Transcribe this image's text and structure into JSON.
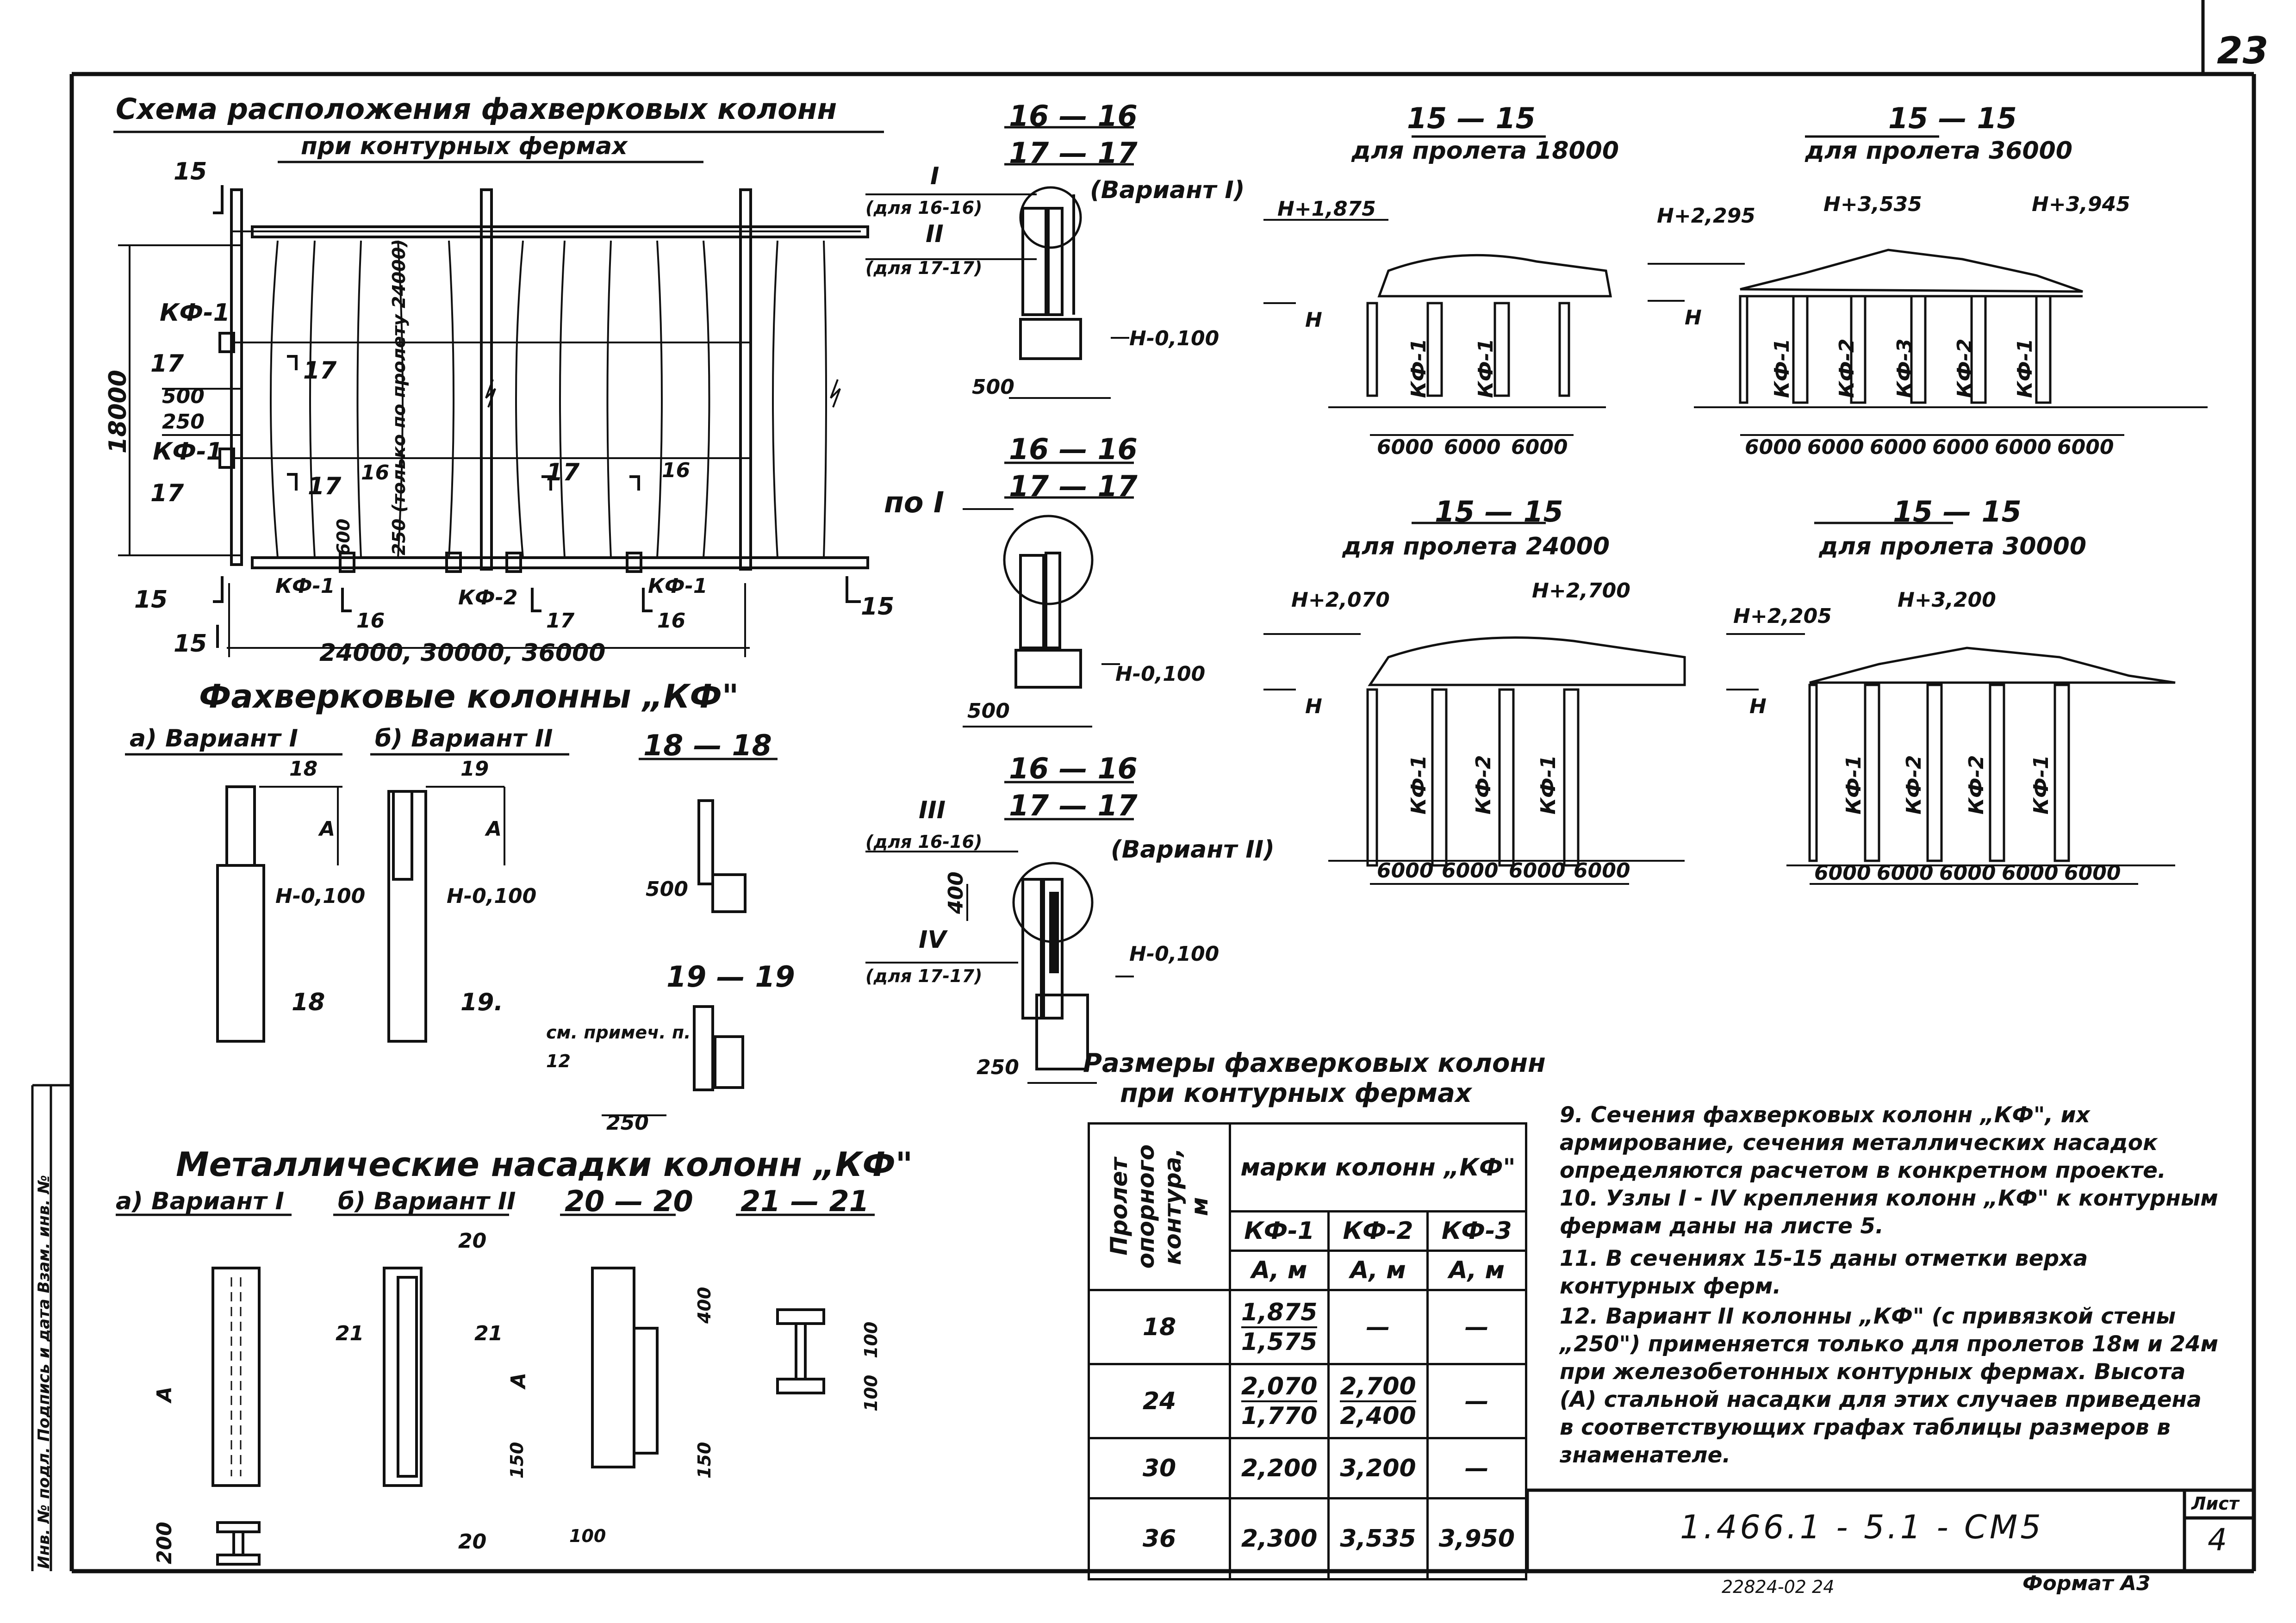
{
  "sheet_number_top": "23",
  "schema": {
    "title_line1": "Схема расположения фахверковых колонн",
    "title_line2": "при контурных фермах",
    "labels": [
      "15",
      "15",
      "15",
      "15",
      "КФ-1",
      "КФ-1",
      "КФ-1",
      "КФ-2",
      "КФ-1",
      "17",
      "17",
      "17",
      "17",
      "17",
      "17",
      "16",
      "16",
      "16",
      "16",
      "500",
      "250",
      "600",
      "250 (только по пролету 24000)",
      "18000",
      "24000, 30000, 36000"
    ]
  },
  "sec16_top": {
    "title1": "16 — 16",
    "title2": "17 — 17",
    "variant": "(Вариант I)",
    "mark1": "I",
    "mark1_note": "(для 16-16)",
    "mark2": "II",
    "mark2_note": "(для 17-17)",
    "level": "Н-0,100",
    "dim": "500"
  },
  "sec16_mid": {
    "title1": "16 — 16",
    "title2": "17 — 17",
    "ref": "по I",
    "level": "Н-0,100",
    "dim": "500"
  },
  "sec16_bot": {
    "title1": "16 — 16",
    "title2": "17 — 17",
    "variant": "(Вариант II)",
    "mark1": "III",
    "mark1_note": "(для 16-16)",
    "mark2": "IV",
    "mark2_note": "(для 17-17)",
    "level": "Н-0,100",
    "dim_v": "400",
    "dim": "250"
  },
  "sec15": [
    {
      "title": "15 — 15",
      "subtitle": "для пролета 18000",
      "levels": [
        "Н+1,875"
      ],
      "h": "Н",
      "columns": [
        "КФ-1",
        "КФ-1"
      ],
      "spans": [
        "6000",
        "6000",
        "6000"
      ]
    },
    {
      "title": "15 — 15",
      "subtitle": "для пролета 36000",
      "levels": [
        "Н+2,295",
        "Н+3,535",
        "Н+3,945"
      ],
      "h": "Н",
      "columns": [
        "КФ-1",
        "КФ-2",
        "КФ-3",
        "КФ-2",
        "КФ-1"
      ],
      "spans": [
        "6000",
        "6000",
        "6000",
        "6000",
        "6000",
        "6000"
      ]
    },
    {
      "title": "15 — 15",
      "subtitle": "для пролета 24000",
      "levels": [
        "Н+2,070",
        "Н+2,700"
      ],
      "h": "Н",
      "columns": [
        "КФ-1",
        "КФ-2",
        "КФ-1"
      ],
      "spans": [
        "6000",
        "6000",
        "6000",
        "6000"
      ]
    },
    {
      "title": "15 — 15",
      "subtitle": "для пролета 30000",
      "levels": [
        "Н+2,205",
        "Н+3,200"
      ],
      "h": "Н",
      "columns": [
        "КФ-1",
        "КФ-2",
        "КФ-2",
        "КФ-1"
      ],
      "spans": [
        "6000",
        "6000",
        "6000",
        "6000",
        "6000"
      ]
    }
  ],
  "kf_columns": {
    "title": "Фахверковые колонны „КФ\"",
    "variant_a": "а) Вариант I",
    "variant_b": "б) Вариант II",
    "a_marks": [
      "18",
      "А",
      "Н-0,100",
      "18"
    ],
    "b_marks": [
      "19",
      "А",
      "Н-0,100",
      "19."
    ],
    "sec18_title": "18 — 18",
    "sec18_dim": "500",
    "sec19_title": "19 — 19",
    "sec19_note": "см. примеч. п. 12",
    "sec19_dim": "250"
  },
  "caps": {
    "title": "Металлические насадки колонн „КФ\"",
    "variant_a": "а) Вариант I",
    "variant_b": "б) Вариант II",
    "sec20_title": "20 — 20",
    "sec21_title": "21 — 21",
    "a_marks": [
      "А",
      "200"
    ],
    "b_marks": [
      "20",
      "21",
      "21",
      "А",
      "150",
      "20"
    ],
    "sec20_marks": [
      "400",
      "150",
      "100"
    ],
    "sec21_marks": [
      "100",
      "100"
    ]
  },
  "table": {
    "title_line1": "Размеры фахверковых колонн",
    "title_line2": "при контурных фермах",
    "col_span_header": "Пролет опорного контура, м",
    "col_marks_header": "марки колонн „КФ\"",
    "marks": [
      "КФ-1",
      "КФ-2",
      "КФ-3"
    ],
    "unit": "А, м",
    "rows": [
      {
        "span": "18",
        "kf1": "1,875",
        "kf1_alt": "1,575",
        "kf2": "—",
        "kf2_alt": "",
        "kf3": "—"
      },
      {
        "span": "24",
        "kf1": "2,070",
        "kf1_alt": "1,770",
        "kf2": "2,700",
        "kf2_alt": "2,400",
        "kf3": "—"
      },
      {
        "span": "30",
        "kf1": "2,200",
        "kf1_alt": "",
        "kf2": "3,200",
        "kf2_alt": "",
        "kf3": "—"
      },
      {
        "span": "36",
        "kf1": "2,300",
        "kf1_alt": "",
        "kf2": "3,535",
        "kf2_alt": "",
        "kf3": "3,950"
      }
    ]
  },
  "notes": [
    "9. Сечения фахверковых колонн „КФ\", их армирование, сечения металлических насадок определяются расчетом в конкретном проекте.",
    "10. Узлы I - IV крепления колонн „КФ\" к контурным фермам даны на листе 5.",
    "11. В сечениях 15-15 даны отметки верха контурных ферм.",
    "12. Вариант II колонны „КФ\" (с привязкой стены „250\") применяется только для пролетов 18м и 24м при железобетонных контурных фермах. Высота (А) стальной насадки для этих случаев приведена в соответствующих графах таблицы размеров в знаменателе."
  ],
  "stamp": {
    "code": "1.466.1 - 5.1 - СМ5",
    "sheet_label": "Лист",
    "sheet_no": "4"
  },
  "side_strip": "Инв. № подл. Подпись и дата Взам. инв. №",
  "footer": {
    "left": "22824-02 24",
    "format": "Формат А3"
  }
}
